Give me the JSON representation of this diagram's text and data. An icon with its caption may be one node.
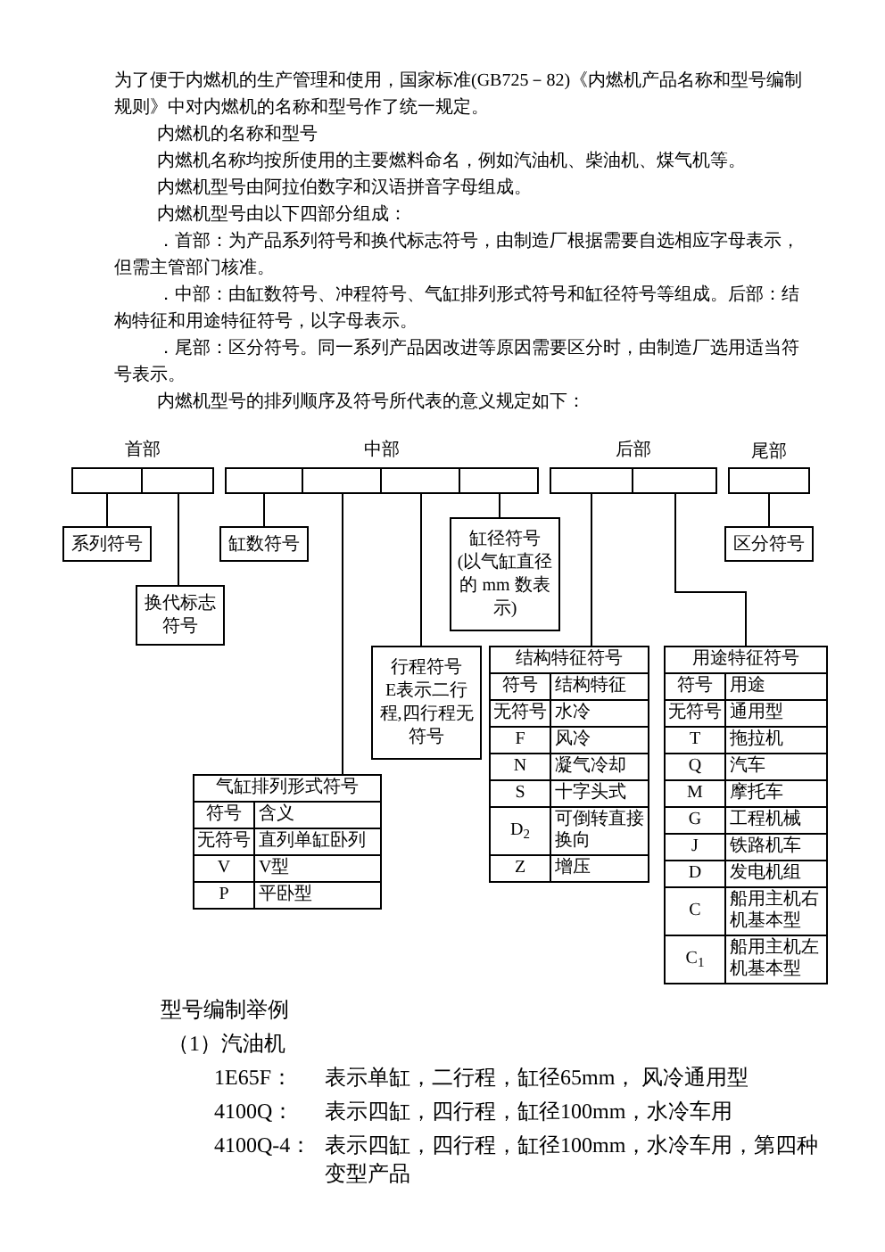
{
  "diagram": {
    "nodes": [
      {
        "text": [
          "首部"
        ]
      },
      {
        "text": [],
        "shape": "box",
        "in": 0
      },
      {
        "text": [],
        "shape": "box",
        "in": 0
      },
      {
        "text": [
          "中部"
        ]
      },
      {
        "text": [],
        "shape": "box",
        "in": 3
      },
      {
        "text": [],
        "shape": "box",
        "in": 3
      },
      {
        "text": [],
        "shape": "box",
        "in": 3
      },
      {
        "text": [],
        "shape": "box",
        "in": 3
      },
      {
        "text": [
          "后部"
        ]
      },
      {
        "text": [],
        "shape": "box",
        "in": 8
      },
      {
        "text": [],
        "shape": "box",
        "in": 8
      },
      {
        "text": [
          "尾部"
        ]
      },
      {
        "text": [
          "系列符号"
        ]
      },
      {
        "text": [
          "缸数符号"
        ]
      },
      {
        "text": [
          "缸径符号",
          "(以气缸直径的 mm 数表示)"
        ]
      },
      {
        "text": [
          "区分符号"
        ]
      },
      {
        "text": [
          "换代标志符号"
        ]
      },
      {
        "text": [
          "行程符号",
          "E表示二行程,四行程无符号"
        ]
      },
      {
        "text": [
          "结构特征符号",
          "符号",
          "结构特征",
          "无符号",
          "水冷",
          "F",
          "风冷",
          "N",
          "凝气冷却",
          "S",
          "十字头式",
          "D$_{2}$",
          "可倒转直接换向",
          "Z",
          "增压"
        ]
      },
      {
        "text": [
          "用途特征符号",
          "符号",
          "用途",
          "无符号",
          "通用型",
          "T",
          "拖拉机",
          "Q",
          "汽车",
          "M",
          "摩托车",
          "G",
          "工程机械",
          "J",
          "铁路机车",
          "D",
          "发电机组",
          "C",
          "船用主机右机基本型",
          "C$_{1}$",
          "船用主机左机基本型"
        ]
      },
      {
        "text": [
          "气缸排列形式符号",
          "符号",
          "含义",
          "无符号",
          "直列单缸卧列",
          "V",
          "V型",
          "P",
          "平卧型"
        ]
      }
    ],
    "edges": [
      {
        "from": 1,
        "to": 12,
        "arrow": "none"
      },
      {
        "from": 2,
        "to": 16,
        "arrow": "none"
      },
      {
        "from": 4,
        "to": 13,
        "arrow": "none"
      },
      {
        "from": 5,
        "to": 20,
        "arrow": "none"
      },
      {
        "from": 6,
        "to": 17,
        "arrow": "none"
      },
      {
        "from": 7,
        "to": 14,
        "arrow": "none"
      },
      {
        "from": 9,
        "to": 18,
        "arrow": "none"
      },
      {
        "from": 10,
        "to": 19,
        "arrow": "none"
      },
      {
        "from": 11,
        "to": 15,
        "arrow": "none"
      }
    ],
    "labels": [
      "为了便于内燃机的生产管理和使用，国家标准(GB725－82)《内燃机产品名称和型号编制规则》中对内燃机的名称和型号作了统一规定。",
      "内燃机的名称和型号",
      "内燃机名称均按所使用的主要燃料命名，例如汽油机、柴油机、煤气机等。",
      "内燃机型号由阿拉伯数字和汉语拼音字母组成。",
      "内燃机型号由以下四部分组成：",
      "．首部：为产品系列符号和换代标志符号，由制造厂根据需要自选相应字母表示，但需主管部门核准。",
      "．中部：由缸数符号、冲程符号、气缸排列形式符号和缸径符号等组成。后部：结构特征和用途特征符号，以字母表示。",
      "．尾部：区分符号。同一系列产品因改进等原因需要区分时，由制造厂选用适当符号表示。",
      "内燃机型号的排列顺序及符号所代表的意义规定如下：",
      "型号编制举例",
      "（1）汽油机",
      "1E65F：",
      "表示单缸，二行程，缸径65mm， 风冷通用型",
      "4100Q：",
      "表示四缸，四行程，缸径100mm，水冷车用",
      "4100Q-4：",
      "表示四缸，四行程，缸径100mm，水冷车用，第四种变型产品"
    ]
  }
}
